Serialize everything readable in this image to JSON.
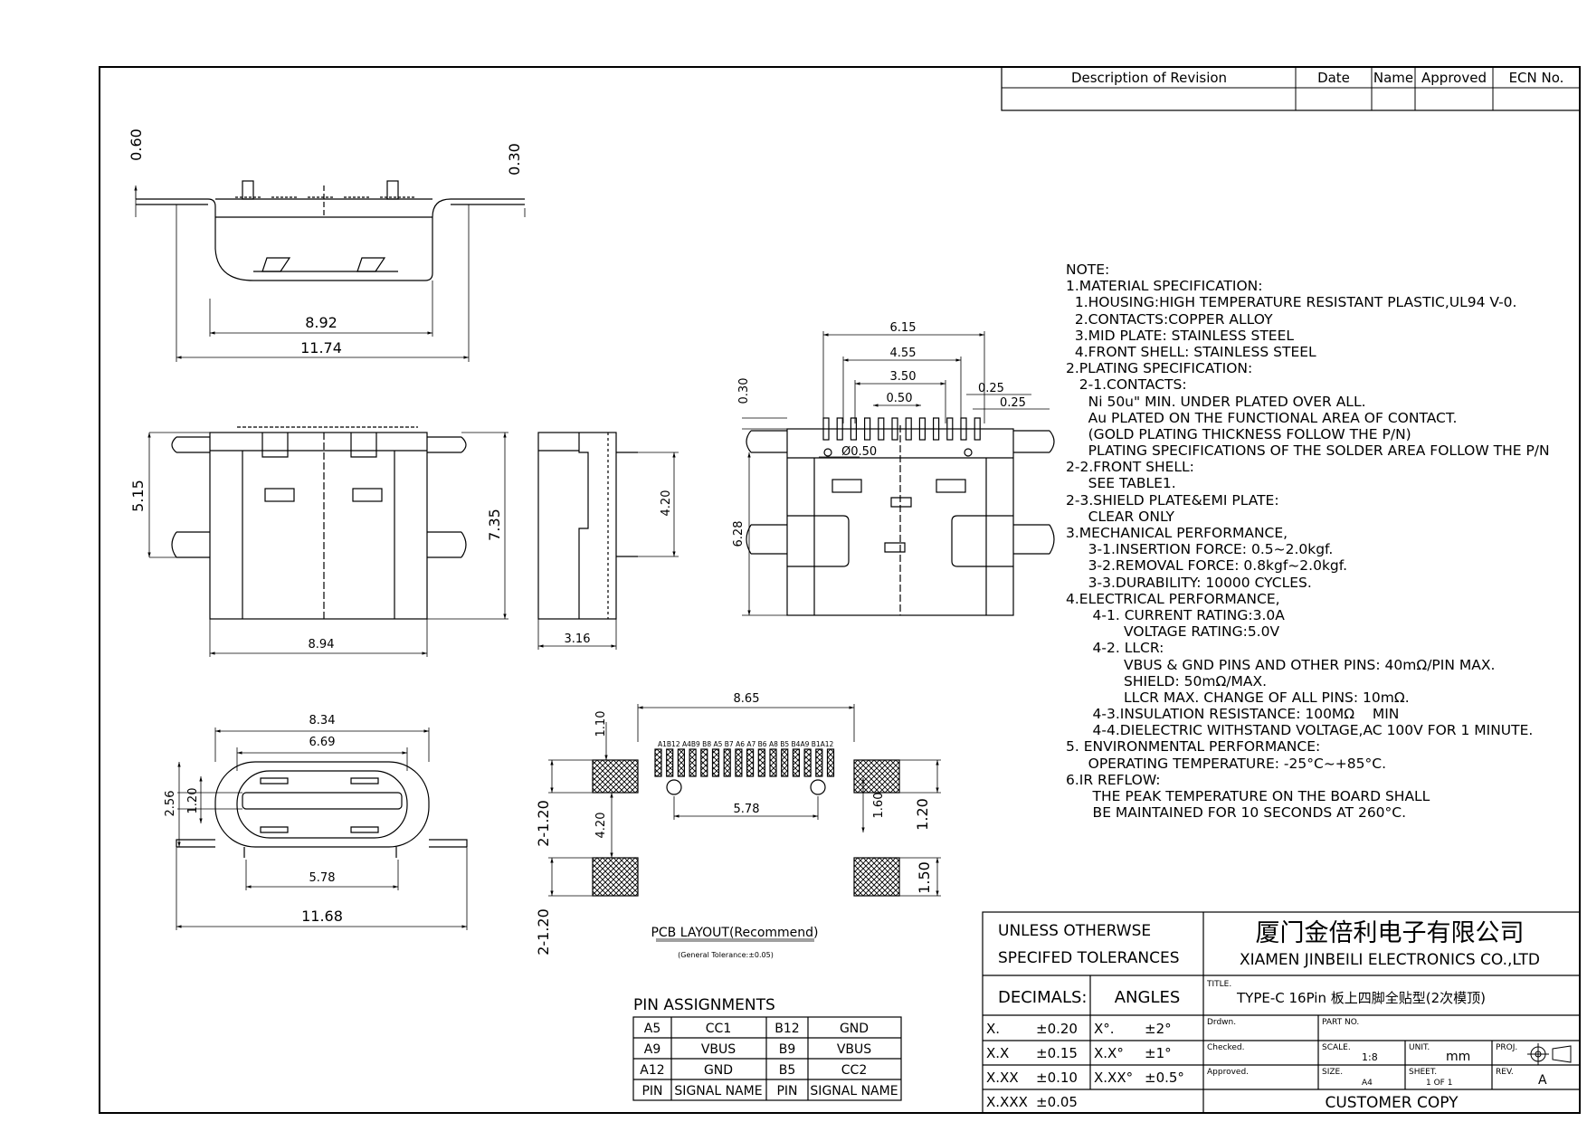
{
  "revision_table": {
    "headers": [
      "Description of Revision",
      "Date",
      "Name",
      "Approved",
      "ECN No."
    ]
  },
  "dims": {
    "side_h1": "0.60",
    "side_h2": "0.30",
    "side_w1": "8.92",
    "side_w2": "11.74",
    "top_h": "5.15",
    "top_h2": "7.35",
    "top_w": "8.94",
    "end_h": "4.20",
    "end_w": "3.16",
    "front_w1": "8.34",
    "front_w2": "6.69",
    "front_h1": "1.20",
    "front_h2": "2.56",
    "front_w3": "5.78",
    "front_w4": "11.68",
    "rear_w1": "6.15",
    "rear_w2": "4.55",
    "rear_w3": "3.50",
    "rear_w4": "0.50",
    "rear_p1": "0.25",
    "rear_p2": "0.25",
    "rear_h1": "0.30",
    "rear_hole": "Ø0.50",
    "rear_h2": "6.28",
    "pcb_w": "8.65",
    "pcb_h1": "1.10",
    "pcb_w2": "5.78",
    "pcb_h2": "1.60",
    "pcb_h3": "1.20",
    "pcb_h4": "4.20",
    "pcb_h5": "2-1.20",
    "pcb_h6": "1.50",
    "pcb_h7": "2-1.20",
    "pcb_pins": "A1B12 A4B9  B8  A5  B7  A6  A7  B6  A8  B5  B4A9  B1A12",
    "pcb_title": "PCB LAYOUT(Recommend)",
    "pcb_tol": "(General Tolerance:±0.05)"
  },
  "notes": [
    "NOTE:",
    "1.MATERIAL SPECIFICATION:",
    "  1.HOUSING:HIGH TEMPERATURE RESISTANT PLASTIC,UL94 V-0.",
    "  2.CONTACTS:COPPER ALLOY",
    "  3.MID PLATE: STAINLESS STEEL",
    "  4.FRONT SHELL: STAINLESS STEEL",
    "2.PLATING SPECIFICATION:",
    "   2-1.CONTACTS:",
    "     Ni 50u\" MIN. UNDER PLATED OVER ALL.",
    "     Au PLATED ON THE FUNCTIONAL AREA OF CONTACT.",
    "     (GOLD PLATING THICKNESS FOLLOW THE P/N)",
    "     PLATING SPECIFICATIONS OF THE SOLDER AREA FOLLOW THE P/N",
    "2-2.FRONT SHELL:",
    "     SEE TABLE1.",
    "2-3.SHIELD PLATE&EMI PLATE:",
    "     CLEAR ONLY",
    "3.MECHANICAL PERFORMANCE,",
    "     3-1.INSERTION FORCE: 0.5~2.0kgf.",
    "     3-2.REMOVAL FORCE: 0.8kgf~2.0kgf.",
    "     3-3.DURABILITY: 10000 CYCLES.",
    "4.ELECTRICAL PERFORMANCE,",
    "      4-1. CURRENT RATING:3.0A",
    "             VOLTAGE RATING:5.0V",
    "      4-2. LLCR:",
    "             VBUS & GND PINS AND OTHER PINS: 40mΩ/PIN MAX.",
    "             SHIELD: 50mΩ/MAX.",
    "             LLCR MAX. CHANGE OF ALL PINS: 10mΩ.",
    "      4-3.INSULATION RESISTANCE: 100MΩ    MIN",
    "      4-4.DIELECTRIC WITHSTAND VOLTAGE,AC 100V FOR 1 MINUTE.",
    "5. ENVIRONMENTAL PERFORMANCE:",
    "     OPERATING TEMPERATURE: -25°C~+85°C.",
    "6.IR REFLOW:",
    "      THE PEAK TEMPERATURE ON THE BOARD SHALL",
    "      BE MAINTAINED FOR 10 SECONDS AT 260°C."
  ],
  "pin_assignments": {
    "title": "PIN ASSIGNMENTS",
    "rows": [
      [
        "A5",
        "CC1",
        "B12",
        "GND"
      ],
      [
        "A9",
        "VBUS",
        "B9",
        "VBUS"
      ],
      [
        "A12",
        "GND",
        "B5",
        "CC2"
      ],
      [
        "PIN",
        "SIGNAL NAME",
        "PIN",
        "SIGNAL NAME"
      ]
    ]
  },
  "title_block": {
    "tol1": "UNLESS OTHERWSE",
    "tol2": "SPECIFED TOLERANCES",
    "company_cn": "厦门金倍利电子有限公司",
    "company_en": "XIAMEN JINBEILI ELECTRONICS CO.,LTD",
    "decimals": "DECIMALS:",
    "angles": "ANGLES",
    "title_label": "TITLE.",
    "title_value": "TYPE-C 16Pin 板上四脚全贴型(2次模顶)",
    "tol_rows": [
      [
        "X.",
        "±0.20",
        "X°.",
        "±2°"
      ],
      [
        "X.X",
        "±0.15",
        "X.X°",
        "±1°"
      ],
      [
        "X.XX",
        "±0.10",
        "X.XX°",
        "±0.5°"
      ],
      [
        "X.XXX",
        "±0.05",
        "",
        ""
      ]
    ],
    "drawn_label": "Drdwn.",
    "part_no_label": "PART NO.",
    "checked_label": "Checked.",
    "scale_label": "SCALE.",
    "scale_value": "1:8",
    "unit_label": "UNIT.",
    "unit_value": "mm",
    "proj_label": "PROJ.",
    "approved_label": "Approved.",
    "size_label": "SIZE.",
    "size_value": "A4",
    "sheet_label": "SHEET.",
    "sheet_value": "1 OF 1",
    "rev_label": "REV.",
    "rev_value": "A",
    "footer": "CUSTOMER COPY"
  }
}
